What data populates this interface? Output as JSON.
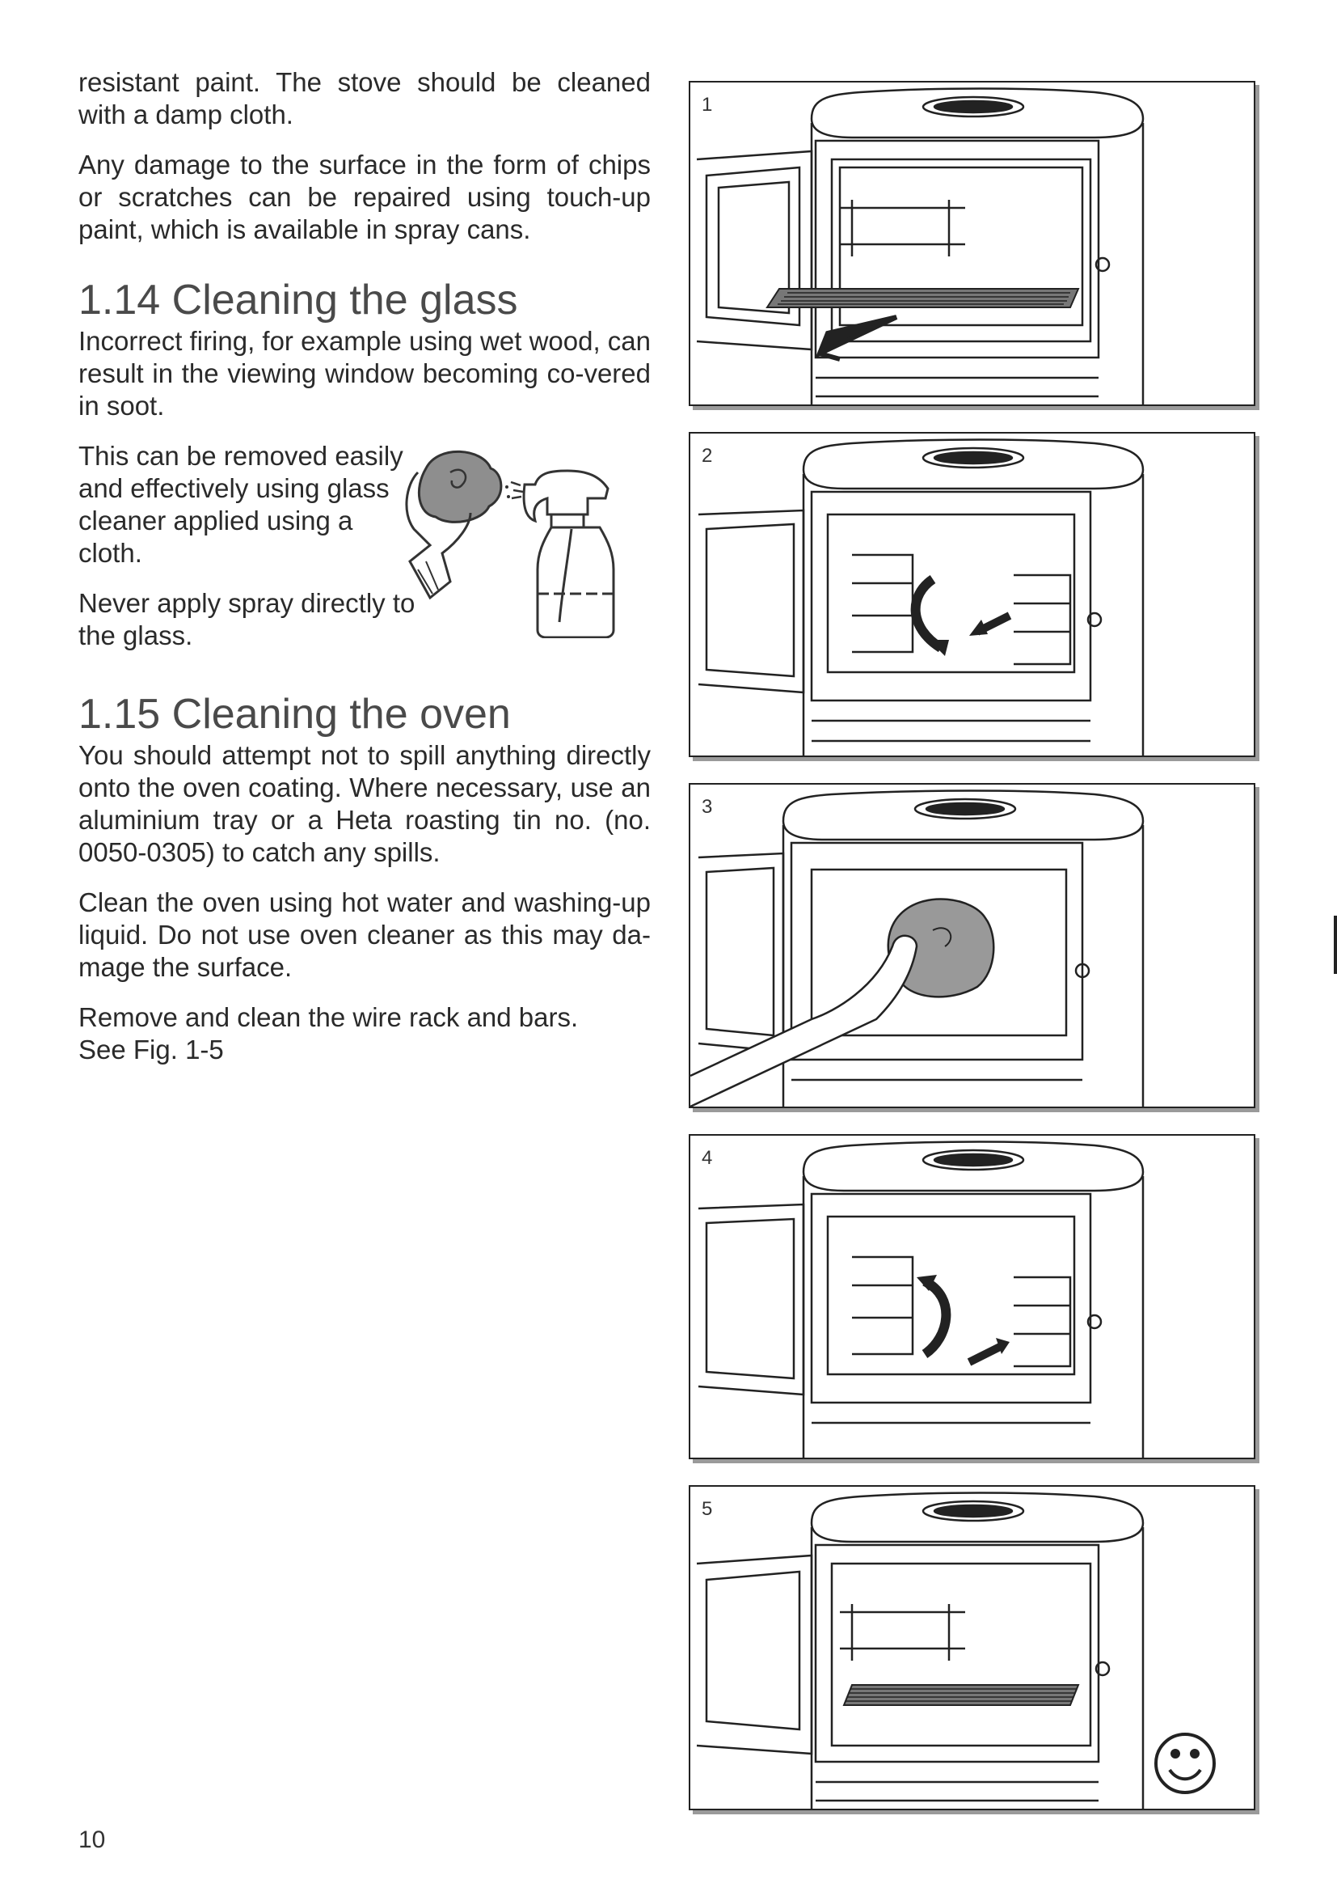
{
  "intro": {
    "p1": "resistant paint. The stove should be cleaned with a damp cloth.",
    "p2": "Any damage to the surface in the form of chips or scratches can be repaired using touch-up paint, which is available in spray cans."
  },
  "section_glass": {
    "heading": "1.14 Cleaning the glass",
    "p1": "Incorrect firing, for example using wet wood, can result in the viewing window becoming co-vered in soot.",
    "p2": "This can be removed easily and effectively using glass cleaner applied using a cloth.",
    "p3": "Never apply spray directly to the glass."
  },
  "section_oven": {
    "heading": "1.15 Cleaning the oven",
    "p1": "You should attempt not to spill anything directly onto the oven coating. Where necessary, use an aluminium tray or a Heta roasting tin no. (no. 0050-0305) to catch any spills.",
    "p2": "Clean the oven using hot water and washing-up liquid. Do not use oven cleaner as this may da-mage the surface.",
    "p3": "Remove and clean the wire rack and bars.",
    "p4": "See Fig. 1-5"
  },
  "figures": [
    {
      "number": "1"
    },
    {
      "number": "2"
    },
    {
      "number": "3"
    },
    {
      "number": "4"
    },
    {
      "number": "5"
    }
  ],
  "page_number": "10"
}
